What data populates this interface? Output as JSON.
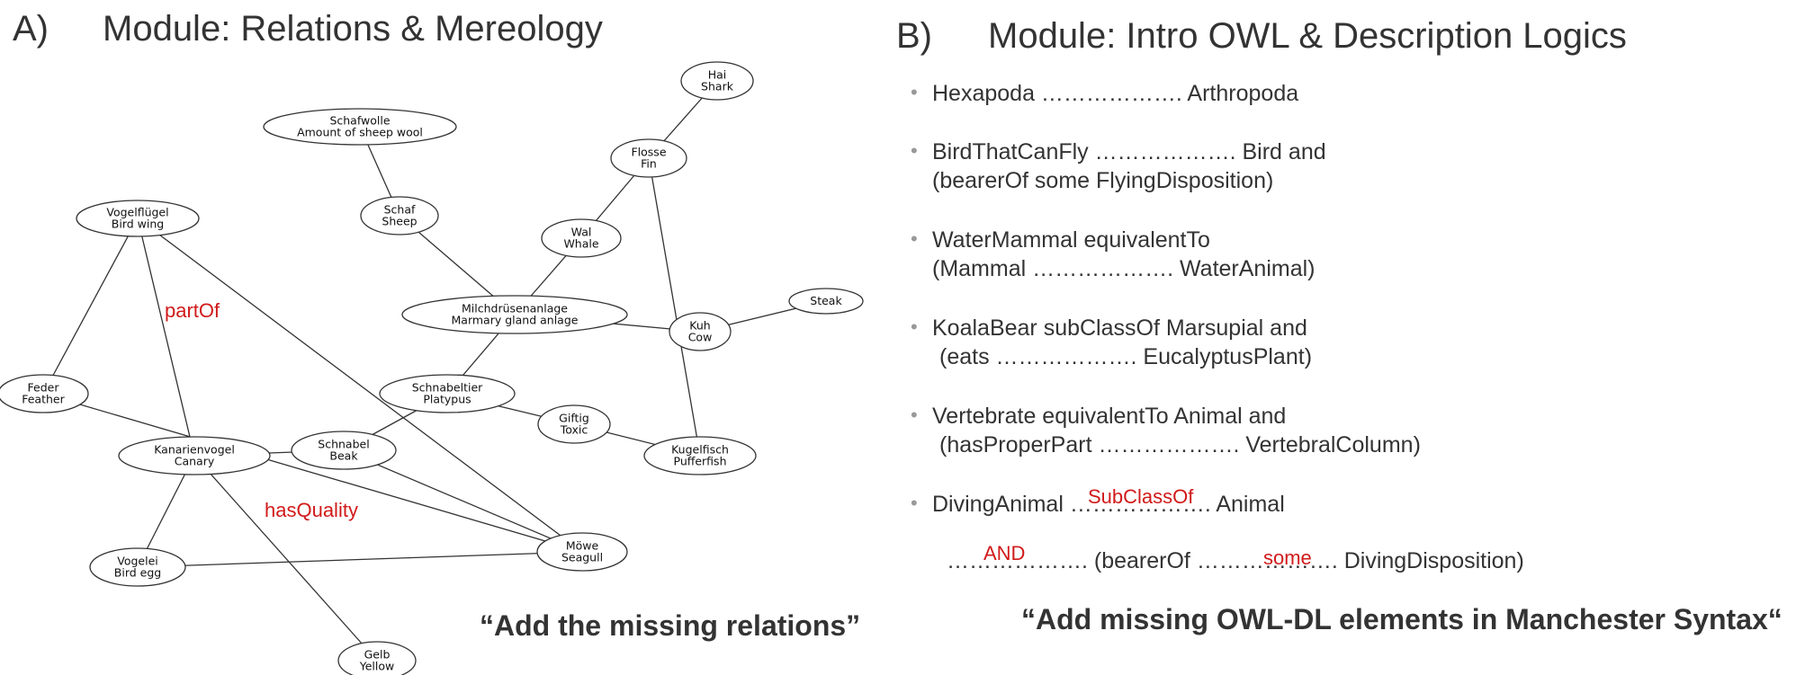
{
  "left": {
    "heading_letter": "A)",
    "heading": "Module: Relations & Mereology",
    "caption": "“Add the missing relations”",
    "relation_labels": [
      "partOf",
      "hasQuality"
    ],
    "nodes": [
      {
        "id": "hai",
        "lines": [
          "Hai",
          "Shark"
        ]
      },
      {
        "id": "schafwolle",
        "lines": [
          "Schafwolle",
          "Amount of sheep wool"
        ]
      },
      {
        "id": "flosse",
        "lines": [
          "Flosse",
          "Fin"
        ]
      },
      {
        "id": "vogelfluegel",
        "lines": [
          "Vogelflügel",
          "Bird wing"
        ]
      },
      {
        "id": "schaf",
        "lines": [
          "Schaf",
          "Sheep"
        ]
      },
      {
        "id": "wal",
        "lines": [
          "Wal",
          "Whale"
        ]
      },
      {
        "id": "steak",
        "lines": [
          "Steak"
        ]
      },
      {
        "id": "milch",
        "lines": [
          "Milchdrüsenanlage",
          "Marmary gland anlage"
        ]
      },
      {
        "id": "kuh",
        "lines": [
          "Kuh",
          "Cow"
        ]
      },
      {
        "id": "feder",
        "lines": [
          "Feder",
          "Feather"
        ]
      },
      {
        "id": "schnabeltier",
        "lines": [
          "Schnabeltier",
          "Platypus"
        ]
      },
      {
        "id": "giftig",
        "lines": [
          "Giftig",
          "Toxic"
        ]
      },
      {
        "id": "kanarienvogel",
        "lines": [
          "Kanarienvogel",
          "Canary"
        ]
      },
      {
        "id": "schnabel",
        "lines": [
          "Schnabel",
          "Beak"
        ]
      },
      {
        "id": "kugelfisch",
        "lines": [
          "Kugelfisch",
          "Pufferfish"
        ]
      },
      {
        "id": "vogelei",
        "lines": [
          "Vogelei",
          "Bird egg"
        ]
      },
      {
        "id": "moewe",
        "lines": [
          "Möwe",
          "Seagull"
        ]
      },
      {
        "id": "gelb",
        "lines": [
          "Gelb",
          "Yellow"
        ]
      }
    ]
  },
  "right": {
    "heading_letter": "B)",
    "heading": "Module: Intro  OWL & Description Logics",
    "caption": "“Add missing OWL-DL elements in Manchester Syntax“",
    "bullets": [
      {
        "l1": "Hexapoda  ………………. Arthropoda",
        "l2": ""
      },
      {
        "l1": "BirdThatCanFly  ………………. Bird and",
        "l2": "(bearerOf  some FlyingDisposition)"
      },
      {
        "l1": "WaterMammal  equivalentTo",
        "l2": "(Mammal  ………………. WaterAnimal)"
      },
      {
        "l1": "KoalaBear subClassOf Marsupial and",
        "l2": " (eats  ………………. EucalyptusPlant)"
      },
      {
        "l1": "Vertebrate equivalentTo Animal and",
        "l2": " (hasProperPart  ………………. VertebralColumn)"
      },
      {
        "l1": "DivingAnimal  ………………. Animal",
        "l2": ""
      }
    ],
    "last_line": "………………. (bearerOf  ………………. DivingDisposition)",
    "answers": {
      "subclassof": "SubClassOf",
      "and": "AND",
      "some": "some"
    },
    "bullet_dot": "•"
  }
}
